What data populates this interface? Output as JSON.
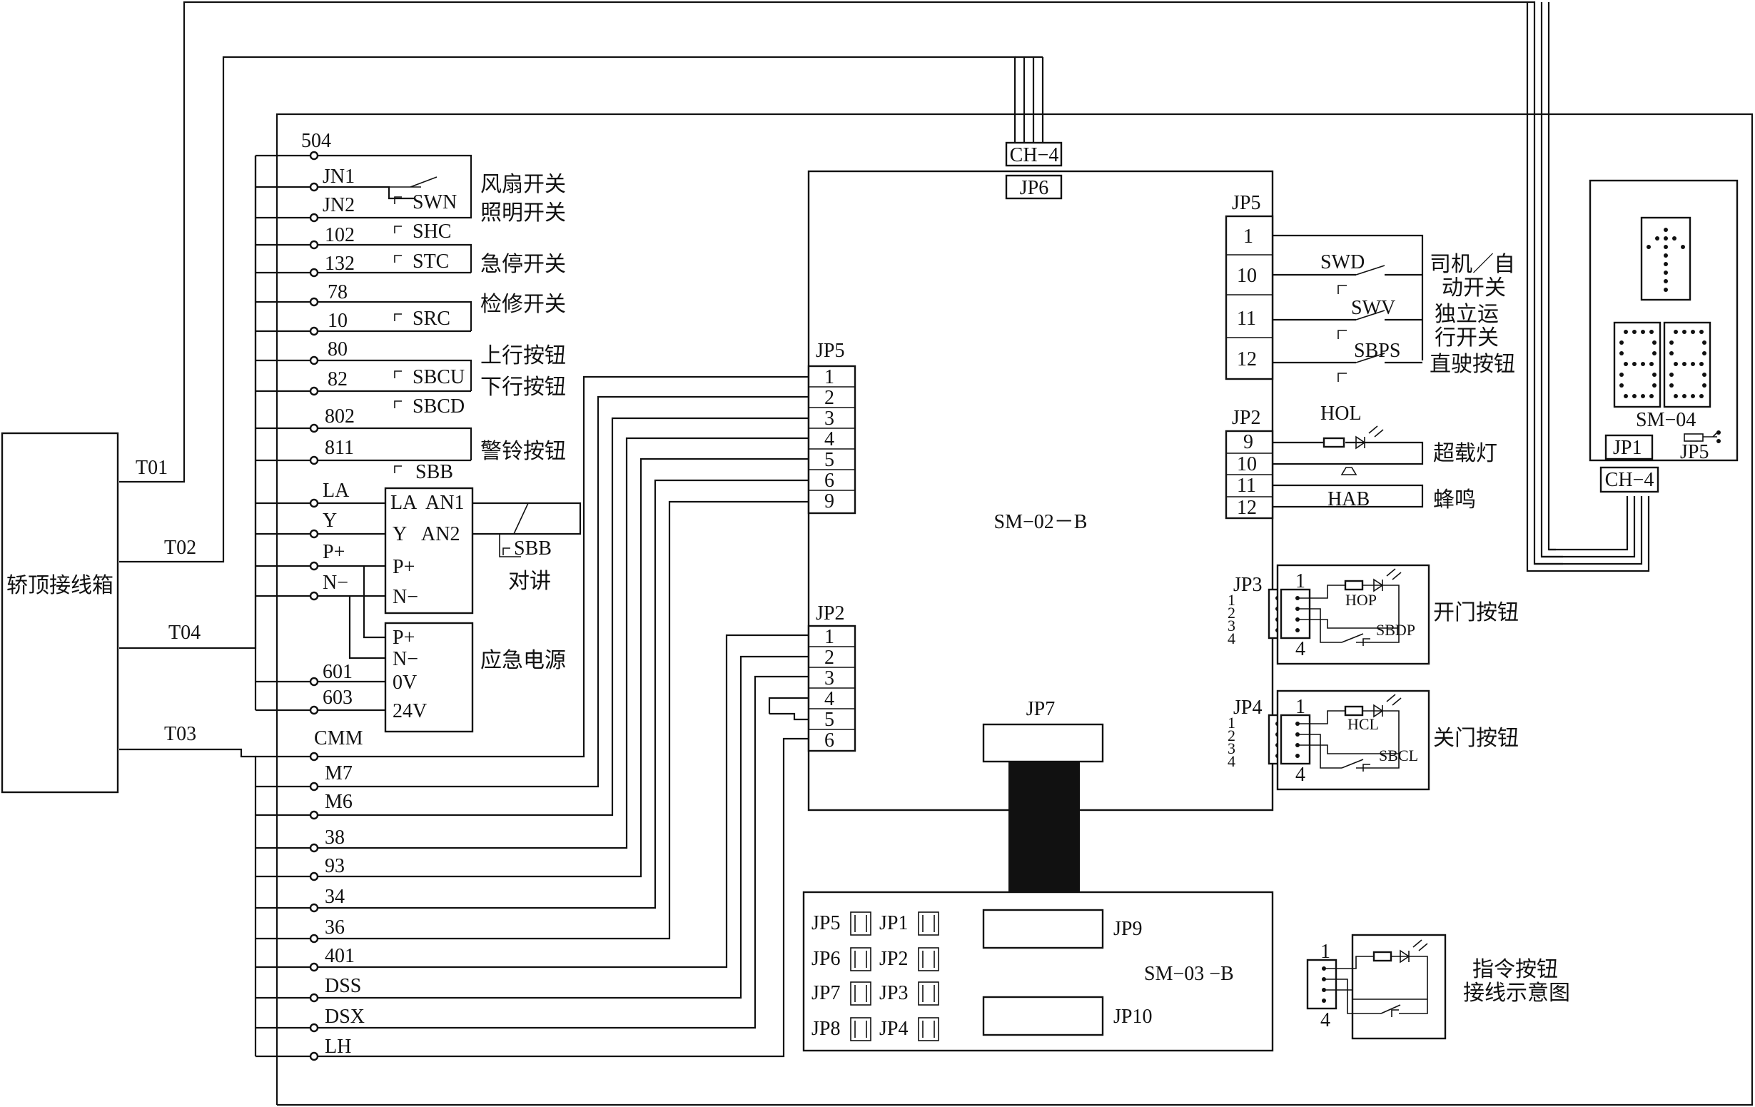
{
  "junction_box": "轿顶接线箱",
  "cables": [
    "T01",
    "T02",
    "T04",
    "T03"
  ],
  "main_board": "SM−02－B",
  "sub_board": "SM−03 −B",
  "display_board": "SM−04",
  "terminals_top": [
    "504",
    "JN1",
    "JN2",
    "102",
    "132",
    "78",
    "10",
    "80",
    "82",
    "802",
    "811",
    "LA",
    "Y",
    "P+",
    "N−",
    "601",
    "603"
  ],
  "terminals_bottom": [
    "CMM",
    "M7",
    "M6",
    "38",
    "93",
    "34",
    "36",
    "401",
    "DSS",
    "DSX",
    "LH"
  ],
  "switch_codes": {
    "swn": "SWN",
    "shc": "SHC",
    "stc": "STC",
    "src": "SRC",
    "sbcu": "SBCU",
    "sbcd": "SBCD",
    "sbb": "SBB",
    "sbb2": "SBB"
  },
  "switch_labels": {
    "fan": "风扇开关",
    "light": "照明开关",
    "estop": "急停开关",
    "inspect": "检修开关",
    "up": "上行按钮",
    "down": "下行按钮",
    "alarm": "警铃按钮",
    "intercom": "对讲",
    "emergency": "应急电源"
  },
  "intercom_pins": [
    "LA",
    "Y",
    "P+",
    "N−",
    "AN1",
    "AN2"
  ],
  "emergency_pins": [
    "P+",
    "N−",
    "0V",
    "24V"
  ],
  "connectors": {
    "jp5": "JP5",
    "jp2": "JP2",
    "jp3": "JP3",
    "jp4": "JP4",
    "jp6": "JP6",
    "jp7": "JP7",
    "jp9": "JP9",
    "jp10": "JP10",
    "ch4": "CH−4",
    "jp1": "JP1"
  },
  "jp5_left_pins": [
    "1",
    "2",
    "3",
    "4",
    "5",
    "6",
    "9"
  ],
  "jp2_left_pins": [
    "1",
    "2",
    "3",
    "4",
    "5",
    "6"
  ],
  "jp5_right_pins": [
    "1",
    "10",
    "11",
    "12"
  ],
  "jp2_right_pins": [
    "9",
    "10",
    "11",
    "12"
  ],
  "right_switches": {
    "swd": "SWD",
    "swv": "SWV",
    "sbps": "SBPS"
  },
  "right_labels": {
    "driver_auto_1": "司机／自",
    "driver_auto_2": "动开关",
    "independent_1": "独立运",
    "independent_2": "行开关",
    "direct": "直驶按钮",
    "overload": "超载灯",
    "buzzer": "蜂鸣"
  },
  "lamp_codes": {
    "hol": "HOL",
    "hab": "HAB",
    "hop": "HOP",
    "sbdp": "SBDP",
    "hcl": "HCL",
    "sbcl": "SBCL"
  },
  "door_labels": {
    "open": "开门按钮",
    "close": "关门按钮"
  },
  "pin_small": [
    "1",
    "2",
    "3",
    "4"
  ],
  "pin_ends": [
    "1",
    "4"
  ],
  "sm03_connectors": [
    "JP5",
    "JP1",
    "JP6",
    "JP2",
    "JP7",
    "JP3",
    "JP8",
    "JP4"
  ],
  "legend": {
    "line1": "指令按钮",
    "line2": "接线示意图"
  }
}
